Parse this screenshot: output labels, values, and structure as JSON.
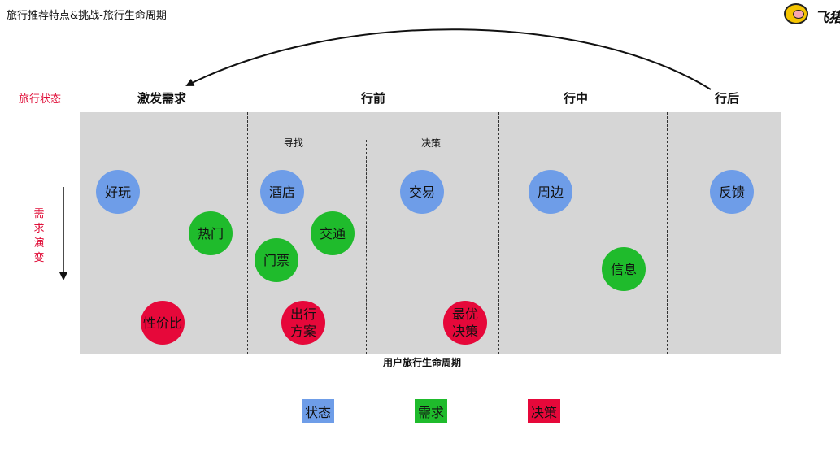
{
  "header": {
    "title": "旅行推荐特点&挑战-旅行生命周期",
    "logo_text": "飞猪"
  },
  "labels": {
    "travel_state": "旅行状态",
    "demand_evolution": "需求演变",
    "axis_caption": "用户旅行生命周期"
  },
  "stages": [
    "激发需求",
    "行前",
    "行中",
    "行后"
  ],
  "substages": [
    "寻找",
    "决策"
  ],
  "bubbles": {
    "haowan": "好玩",
    "remen": "热门",
    "xingjiabi": "性价比",
    "jiudian": "酒店",
    "jiaotong": "交通",
    "menpiao": "门票",
    "chuxing_fangan": "出行\n方案",
    "jiaoyi": "交易",
    "zuiyou_juece": "最优\n决策",
    "zhoubian": "周边",
    "xinxi": "信息",
    "fankui": "反馈"
  },
  "legend": [
    "状态",
    "需求",
    "决策"
  ],
  "colors": {
    "state": "#6e9de8",
    "demand": "#1fbb2c",
    "decision": "#e6083a",
    "panel": "#d6d6d6",
    "label_red": "#e0103a"
  }
}
